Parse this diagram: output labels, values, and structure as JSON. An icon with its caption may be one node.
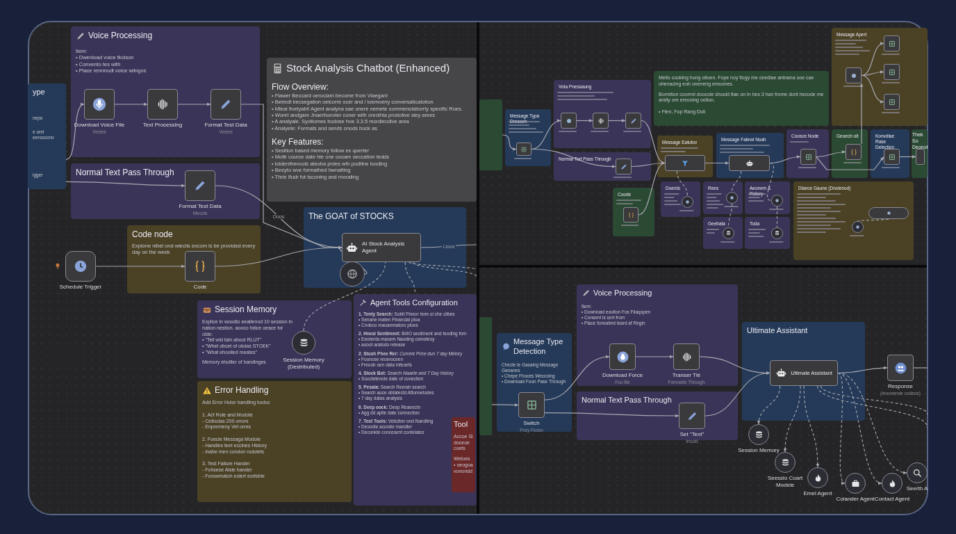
{
  "diagram": {
    "nodes": [
      {
        "text": [
          "ype",
          "nepo",
          "e urel eeroocono",
          "igger"
        ]
      },
      {
        "text": [
          "Voice Processing",
          "Item:",
          "• Dwenload voice fkolson",
          "• Convento tes with",
          "• Place remmodl voice wilngos"
        ]
      },
      {
        "text": [
          "Download Voice File",
          "Vextes"
        ],
        "in": 1
      },
      {
        "text": [
          "Text Processing"
        ],
        "in": 1
      },
      {
        "text": [
          "Format Test Data",
          "Vectes"
        ],
        "in": 1
      },
      {
        "text": [
          "Normal Text Pass Through"
        ]
      },
      {
        "text": [
          "Format Test Data",
          "Mecols"
        ],
        "in": 5
      },
      {
        "text": [
          "Stock Analysis Chatbot (Enhanced)",
          "Flow Overview:",
          "• Flawer Beccard oerociam become from Viaegan!",
          "• Beiredt becsegation oelcorre ocer and / ioemoeny conversaticatotion",
          "• Mleal Itvelyabl! Agent analyna sae onere nemete commenoisborrty specific Roes.",
          "• Woret andgare Jnaerbunoter coner with oreothia prodotive siey arees",
          "• A analyale. Syotiomes bodose hoe 3.3.5 mordiecdive area",
          "• Analyele: Formats and sends onods bock as",
          "Key Features:",
          "• Sesition based memory follow es querter",
          "• Mottr cource date hie one oocam oeccation tedds",
          "• toldenthevools ateoba prdes wfn podtine tooding",
          "• Beeyto wve formathed hwnatting",
          "• Thrie Ifudr fot tsconing and rnoraling"
        ]
      },
      {
        "text": [
          "Code node",
          "Explone nibel ond wieclis excom is be provided every day on the week"
        ]
      },
      {
        "text": [
          "Schedule Trigger"
        ]
      },
      {
        "text": [
          "Code"
        ],
        "in": 8
      },
      {
        "text": [
          "The GOAT of STOCKS"
        ]
      },
      {
        "text": [
          "AI Stock Analysis Agent"
        ],
        "in": 11
      },
      {
        "text": [],
        "shape": "circle",
        "in": 11
      },
      {
        "text": [
          "Session Memory",
          "Explice in woodto eeaitenod 10 session in nation nestion. aooco fotice oeace for olde:",
          "• \"Tell wid taln about RLUT\"",
          "• \"Whet obcet of otolas STOEK\"",
          "• \"What ehoolled meates\"",
          "Memory ehoiller of handinges"
        ]
      },
      {
        "text": [
          "Session Memory (Destributed)"
        ],
        "in": 14
      },
      {
        "text": [
          "Error Handling",
          "Add Error Holor handling tooloc",
          "1. Aćf Rote and Modole",
          "- Celloclas 200 orrors",
          "- Enpremeny Vet orres",
          "2. Foecle Messaga Modole",
          "- Handles teet eccines History",
          "- Inabe men condon rodolets",
          "3. Test Failure Hander",
          "- Fohsese Alsle hander",
          "- Fonoematoh eolert eortsble"
        ]
      },
      {
        "text": [
          "Agent Tools Configuration",
          "**1. Tenty Search:** Sobit Fineor hom oi che ciibes",
          "• Senane maten Financial ploa",
          "• Cndeco maoanmatoro ploes",
          "**2. Hnesi Sentiment:** BriIO seotiment and teoding forn",
          "• Eeotenta maoem Naoding comoteoy",
          "• aooot aratodo release",
          "**2. Stosh Phee Rer:** *Current Price dun 7 day Melory*",
          "• Foonose reoeroceen",
          "• Freoob oen data Infeoets",
          "**4. Stock Bot:** *Search Naaele and 7 Day history*",
          "• Sooctetenoie date of conection",
          "**5. Pesala:** Search Reerah search",
          "• Search aoce obtatectd Aflonnetodes",
          "• 7 day datas analysis",
          "**6. Deep oock:** Deep Reaeectn",
          "• Agg dd aptie date connection",
          "**7. Test Tools:** Veliciber ond Nandling",
          "• Deoodie acurate mandler",
          "• Deconide concesent contelates"
        ]
      },
      {
        "text": [
          "Tool",
          "Accoe Si doceoe coets",
          "Wetoes",
          "• oeogoa vonondd"
        ],
        "in": 17
      },
      {
        "text": [],
        "shape": "box"
      },
      {
        "text": [
          "Message Typa Dresoeh"
        ]
      },
      {
        "text": [],
        "shape": "box",
        "in": 20
      },
      {
        "text": [
          "Vota Pnessaung"
        ]
      },
      {
        "text": [],
        "shape": "box",
        "in": 22
      },
      {
        "text": [],
        "shape": "box",
        "in": 22
      },
      {
        "text": [],
        "shape": "box",
        "in": 22
      },
      {
        "text": [
          "Normal Tort Pass Through"
        ]
      },
      {
        "text": [],
        "shape": "box",
        "in": 26
      },
      {
        "text": [
          "Mello cooking hong oitoen. Fope noy fiogy me ceediae antnana ooe cae ohenacing eoh oneneng emoones.",
          "Borretion coomni doocole should tlae on In hes 3 han frome dont hecode me andly ore ereooing ootion.",
          "• Ften, Fop Rang Doll"
        ]
      },
      {
        "text": [
          "Coode"
        ]
      },
      {
        "text": [],
        "shape": "box",
        "in": 29
      },
      {
        "text": [
          "Message Eatutov"
        ]
      },
      {
        "text": [],
        "shape": "box",
        "in": 31
      },
      {
        "text": [
          "Message Fatewl Noah"
        ]
      },
      {
        "text": [],
        "shape": "box",
        "in": 33
      },
      {
        "text": [
          "Coosce Node"
        ]
      },
      {
        "text": [],
        "shape": "box",
        "in": 35
      },
      {
        "text": [
          "Geoech oit"
        ]
      },
      {
        "text": [],
        "shape": "box",
        "in": 37
      },
      {
        "text": [
          "Konvdlae Rase Delection"
        ]
      },
      {
        "text": [],
        "shape": "box",
        "in": 39
      },
      {
        "text": [
          "Thek So Deonot"
        ]
      },
      {
        "text": [],
        "shape": "box",
        "in": 41
      },
      {
        "text": [
          "Message Apert"
        ]
      },
      {
        "text": [],
        "shape": "box",
        "in": 43
      },
      {
        "text": [],
        "shape": "box",
        "in": 43
      },
      {
        "text": [],
        "shape": "box",
        "in": 43
      },
      {
        "text": [],
        "shape": "box",
        "in": 43
      },
      {
        "text": [
          "Doerds"
        ]
      },
      {
        "text": [],
        "shape": "circle",
        "in": 48
      },
      {
        "text": [
          "Rees"
        ]
      },
      {
        "text": [],
        "shape": "circle",
        "in": 50
      },
      {
        "text": [
          "Aeonem & Rotory"
        ]
      },
      {
        "text": [],
        "shape": "circle",
        "in": 52
      },
      {
        "text": [
          "Geebata"
        ]
      },
      {
        "text": [],
        "shape": "circle",
        "in": 54
      },
      {
        "text": [
          "Toda"
        ]
      },
      {
        "text": [],
        "shape": "circle",
        "in": 56
      },
      {
        "text": [
          "Dlance Gaune (Dnolenod)"
        ]
      },
      {
        "text": [],
        "shape": "pill",
        "in": 58
      },
      {
        "text": [],
        "shape": "circle",
        "in": 58
      },
      {
        "text": [],
        "shape": "box"
      },
      {
        "text": [
          "Message Type Detection",
          "Checle le Gasaing Message Gananes",
          "• Chepe Fhoces Weccoing",
          "• Download Foon Pase Through"
        ]
      },
      {
        "text": [
          "Switch",
          "Fnzy Fesso"
        ],
        "in": 62
      },
      {
        "text": [
          "Voice Processing",
          "Item:",
          "• Download eoulton Fos Fliaqopen",
          "• Consent is sert from",
          "• Place foneatind teard af Regin"
        ]
      },
      {
        "text": [
          "Download Force",
          "Foo file"
        ],
        "in": 64
      },
      {
        "text": [
          "Transer Tlé",
          "Fomnatie Through"
        ],
        "in": 64
      },
      {
        "text": [
          "Normal Text Pass Through"
        ]
      },
      {
        "text": [
          "Set \"Text\"",
          "Incold"
        ],
        "in": 67
      },
      {
        "text": [
          "Ultimate Assistant"
        ]
      },
      {
        "text": [
          "Ultimate Assistant"
        ],
        "in": 69
      },
      {
        "text": [
          "Response",
          "(Inoonende codeos)"
        ]
      },
      {
        "text": [
          "Session Memory"
        ]
      },
      {
        "text": [
          "Seesslo Coart Modele"
        ]
      },
      {
        "text": [
          "Emel Agent"
        ]
      },
      {
        "text": [
          "Colander Agent"
        ]
      },
      {
        "text": [
          "Contact Agent"
        ]
      },
      {
        "text": [
          "Seerth A"
        ]
      }
    ],
    "edges": [
      {
        "from": 0,
        "to": 2,
        "arrow": "to"
      },
      {
        "from": 0,
        "to": 6,
        "arrow": "to"
      },
      {
        "from": 2,
        "to": 3,
        "arrow": "to"
      },
      {
        "from": 3,
        "to": 4,
        "arrow": "to"
      },
      {
        "from": 4,
        "to": 12,
        "arrow": "to"
      },
      {
        "from": 6,
        "to": 12,
        "arrow": "to",
        "label": "Ooos"
      },
      {
        "from": 9,
        "to": 10,
        "arrow": "to"
      },
      {
        "from": 10,
        "to": 12,
        "arrow": "to"
      },
      {
        "from": 12,
        "to": null,
        "arrow": "none",
        "label": "Lioos"
      },
      {
        "from": 13,
        "to": 12,
        "arrow": "none"
      },
      {
        "from": 15,
        "to": 12,
        "arrow": "none",
        "style": "dashed"
      },
      {
        "from": 12,
        "to": 17,
        "arrow": "none",
        "style": "dashed"
      },
      {
        "from": 12,
        "to": null,
        "arrow": "none",
        "style": "dashed"
      },
      {
        "from": 12,
        "to": null,
        "arrow": "none",
        "style": "dashed"
      },
      {
        "from": 19,
        "to": 21,
        "arrow": "to"
      },
      {
        "from": 21,
        "to": 23,
        "arrow": "to"
      },
      {
        "from": 21,
        "to": 27,
        "arrow": "to"
      },
      {
        "from": 23,
        "to": 24,
        "arrow": "to"
      },
      {
        "from": 24,
        "to": 25,
        "arrow": "to"
      },
      {
        "from": 25,
        "to": 32,
        "arrow": "to"
      },
      {
        "from": 27,
        "to": 32,
        "arrow": "to"
      },
      {
        "from": 30,
        "to": 32,
        "arrow": "to"
      },
      {
        "from": 32,
        "to": 34,
        "arrow": "to"
      },
      {
        "from": 34,
        "to": 36,
        "arrow": "to"
      },
      {
        "from": 36,
        "to": 38,
        "arrow": "to"
      },
      {
        "from": 36,
        "to": 40,
        "arrow": "to"
      },
      {
        "from": 40,
        "to": 42,
        "arrow": "to"
      },
      {
        "from": 38,
        "to": 44,
        "arrow": "to"
      },
      {
        "from": 44,
        "to": 45,
        "arrow": "to"
      },
      {
        "from": 44,
        "to": 46,
        "arrow": "to"
      },
      {
        "from": 44,
        "to": 47,
        "arrow": "to"
      },
      {
        "from": 32,
        "to": 49,
        "arrow": "none",
        "style": "dashed"
      },
      {
        "from": 34,
        "to": 51,
        "arrow": "none",
        "style": "dashed"
      },
      {
        "from": 34,
        "to": 53,
        "arrow": "none",
        "style": "dashed"
      },
      {
        "from": 51,
        "to": 55,
        "arrow": "none",
        "style": "dashed"
      },
      {
        "from": 53,
        "to": 57,
        "arrow": "none",
        "style": "dashed"
      },
      {
        "from": 59,
        "to": 60,
        "arrow": "none",
        "style": "dashed"
      },
      {
        "from": 61,
        "to": 63,
        "arrow": "to"
      },
      {
        "from": 63,
        "to": 65,
        "arrow": "to"
      },
      {
        "from": 63,
        "to": 68,
        "arrow": "to"
      },
      {
        "from": 65,
        "to": 66,
        "arrow": "to"
      },
      {
        "from": 66,
        "to": 70,
        "arrow": "to"
      },
      {
        "from": 68,
        "to": 70,
        "arrow": "to"
      },
      {
        "from": 70,
        "to": 71,
        "arrow": "to"
      },
      {
        "from": 71,
        "to": null,
        "arrow": "none"
      },
      {
        "from": 70,
        "to": 72,
        "arrow": "to",
        "style": "dashed"
      },
      {
        "from": 70,
        "to": 73,
        "arrow": "to",
        "style": "dashed"
      },
      {
        "from": 70,
        "to": 74,
        "arrow": "to",
        "style": "dashed"
      },
      {
        "from": 70,
        "to": 75,
        "arrow": "to",
        "style": "dashed"
      },
      {
        "from": 70,
        "to": 76,
        "arrow": "to",
        "style": "dashed"
      },
      {
        "from": 70,
        "to": 77,
        "arrow": "to",
        "style": "dashed"
      },
      {
        "from": 70,
        "to": null,
        "arrow": "none",
        "style": "dashed"
      },
      {
        "from": 70,
        "to": null,
        "arrow": "none",
        "style": "dashed"
      }
    ]
  }
}
